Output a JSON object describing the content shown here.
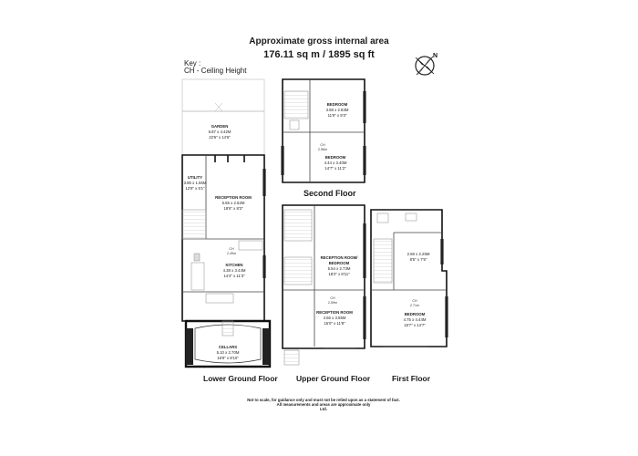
{
  "header": {
    "title": "Approximate gross internal area",
    "area": "176.11 sq m /  1895 sq ft"
  },
  "key": {
    "heading": "Key :",
    "entry": "CH - Ceiling Height"
  },
  "compass": {
    "north": "N"
  },
  "floors": {
    "lower": "Lower Ground Floor",
    "upper": "Upper Ground Floor",
    "first": "First Floor",
    "second": "Second Floor"
  },
  "rooms": {
    "garden": {
      "name": "GARDEN",
      "metric": "6.87 x 4.42M",
      "imperial": "22'6\" x 14'6\""
    },
    "utility": {
      "name": "UTILITY",
      "metric": "3.85 x 1.56M",
      "imperial": "12'8\" x 5'1\""
    },
    "reception_lower": {
      "name": "RECEPTION ROOM",
      "metric": "5.65 x 2.52M",
      "imperial": "18'6\" x 8'3\""
    },
    "kitchen": {
      "name": "KITCHEN",
      "metric": "4.38 x 3.44M",
      "imperial": "14'4\" x 11'3\""
    },
    "cellars": {
      "name": "CELLARS",
      "metric": "5.10 x 2.70M",
      "imperial": "16'9\" x 8'10\""
    },
    "bedroom_second_a": {
      "name": "BEDROOM",
      "metric": "3.58 x 2.83M",
      "imperial": "11'9\" x 9'3\""
    },
    "bedroom_second_b": {
      "name": "BEDROOM",
      "metric": "4.44 x 3.40M",
      "imperial": "14'7\" x 11'2\""
    },
    "reception_bedroom": {
      "name1": "RECEPTION ROOM/",
      "name2": "BEDROOM",
      "metric": "5.54 x 2.73M",
      "imperial": "18'2\" x 8'11\""
    },
    "reception_upper": {
      "name": "RECEPTION ROOM",
      "metric": "4.56 x 3.55M",
      "imperial": "15'0\" x 11'8\""
    },
    "first_small": {
      "metric": "2.58 x 2.25M",
      "imperial": "8'5\" x 7'5\""
    },
    "bedroom_first": {
      "name": "BEDROOM",
      "metric": "4.75 x 4.44M",
      "imperial": "15'7\" x 14'7\""
    }
  },
  "ceiling_heights": {
    "kitchen": {
      "label": "CH",
      "value": "2.49m"
    },
    "second": {
      "label": "CH",
      "value": "2.56m"
    },
    "upper": {
      "label": "CH",
      "value": "2.59m"
    },
    "first": {
      "label": "CH",
      "value": "2.71m"
    }
  },
  "disclaimer": {
    "line1": "Not to scale, for guidance only and must not be relied upon as a statement of fact.",
    "line2": "All measurements and areas are approximate only",
    "line3": "Ltd."
  }
}
